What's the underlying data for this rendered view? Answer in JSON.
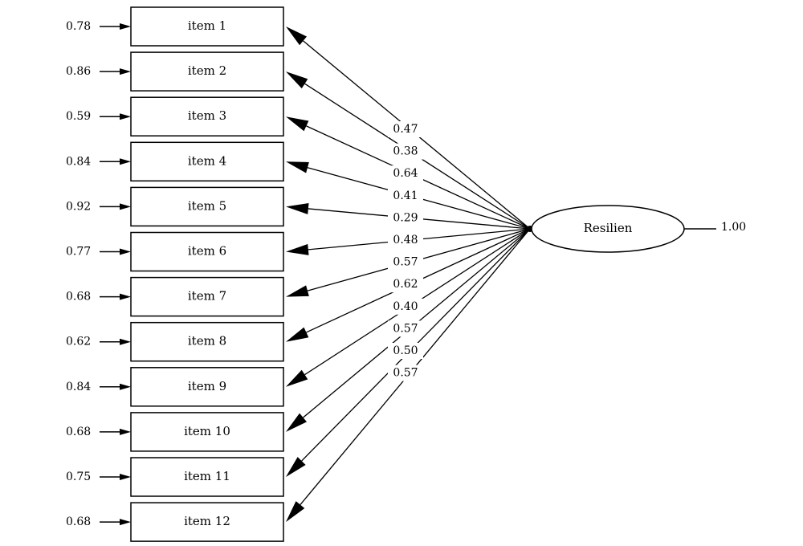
{
  "latent": {
    "label": "Resilien",
    "variance": "1.00"
  },
  "items": [
    {
      "label": "item 1",
      "error": "0.78",
      "loading": "0.47"
    },
    {
      "label": "item 2",
      "error": "0.86",
      "loading": "0.38"
    },
    {
      "label": "item 3",
      "error": "0.59",
      "loading": "0.64"
    },
    {
      "label": "item 4",
      "error": "0.84",
      "loading": "0.41"
    },
    {
      "label": "item 5",
      "error": "0.92",
      "loading": "0.29"
    },
    {
      "label": "item 6",
      "error": "0.77",
      "loading": "0.48"
    },
    {
      "label": "item 7",
      "error": "0.68",
      "loading": "0.57"
    },
    {
      "label": "item 8",
      "error": "0.62",
      "loading": "0.62"
    },
    {
      "label": "item 9",
      "error": "0.84",
      "loading": "0.40"
    },
    {
      "label": "item 10",
      "error": "0.68",
      "loading": "0.57"
    },
    {
      "label": "item 11",
      "error": "0.75",
      "loading": "0.50"
    },
    {
      "label": "item 12",
      "error": "0.68",
      "loading": "0.57"
    }
  ]
}
